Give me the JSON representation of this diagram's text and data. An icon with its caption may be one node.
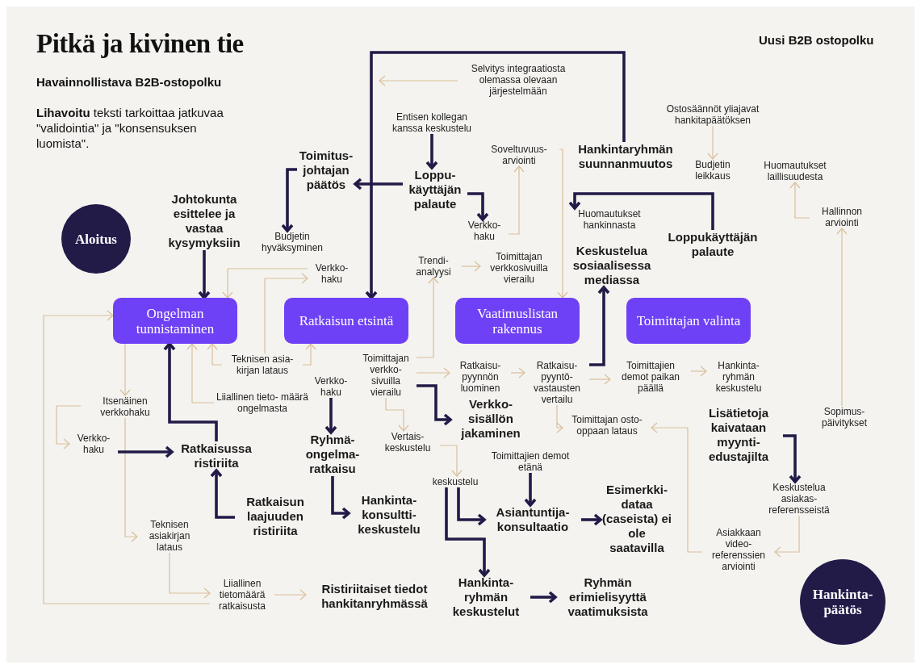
{
  "diagram": {
    "title": "Pitkä ja kivinen tie",
    "nodes": [
      {
        "text": [
          "Aloitus"
        ]
      },
      {
        "text": [
          "Johtokunta esittelee ja vastaa kysymyksiin"
        ]
      },
      {
        "text": [
          "Toimitus- johtajan päätös"
        ]
      },
      {
        "text": [
          "Budjetin hyväksyminen"
        ]
      },
      {
        "text": [
          "Verkko- haku"
        ]
      },
      {
        "text": [
          "Ongelman tunnistaminen"
        ]
      },
      {
        "text": [
          "Ratkaisun etsintä"
        ]
      },
      {
        "text": [
          "Vaatimuslistan rakennus"
        ]
      },
      {
        "text": [
          "Toimittajan valinta"
        ]
      },
      {
        "text": [
          "Selvitys integraatiosta olemassa olevaan järjestelmään"
        ]
      },
      {
        "text": [
          "Entisen kollegan kanssa keskustelu"
        ]
      },
      {
        "text": [
          "Loppu- käyttäjän palaute"
        ]
      },
      {
        "text": [
          "Soveltuvuus- arviointi"
        ]
      },
      {
        "text": [
          "Verkko- haku"
        ]
      },
      {
        "text": [
          "Hankintaryhmän suunnanmuutos"
        ]
      },
      {
        "text": [
          "Ostosäännöt yliajavat hankitapäätöksen"
        ]
      },
      {
        "text": [
          "Budjetin leikkaus"
        ]
      },
      {
        "text": [
          "Huomautukset laillisuudesta"
        ]
      },
      {
        "text": [
          "Hallinnon arviointi"
        ]
      },
      {
        "text": [
          "Huomautukset hankinnasta"
        ]
      },
      {
        "text": [
          "Loppukäyttäjän palaute"
        ]
      },
      {
        "text": [
          "Keskustelua sosiaalisessa mediassa"
        ]
      },
      {
        "text": [
          "Trendi- analyysi"
        ]
      },
      {
        "text": [
          "Toimittajan verkkosivuilla vierailu"
        ]
      },
      {
        "text": [
          "Teknisen asia- kirjan lataus"
        ]
      },
      {
        "text": [
          "Itsenäinen verkkohaku"
        ]
      },
      {
        "text": [
          "Liiallinen tieto- määrä ongelmasta"
        ]
      },
      {
        "text": [
          "Verkko- haku"
        ]
      },
      {
        "text": [
          "Toimittajan verkko- sivuilla vierailu"
        ]
      },
      {
        "text": [
          "Ratkaisu- pyynnön luominen"
        ]
      },
      {
        "text": [
          "Ratkaisu- pyyntö- vastausten vertailu"
        ]
      },
      {
        "text": [
          "Toimittajien demot paikan päällä"
        ]
      },
      {
        "text": [
          "Hankinta- ryhmän keskustelu"
        ]
      },
      {
        "text": [
          "Verkko- haku"
        ]
      },
      {
        "text": [
          "Ratkaisussa ristiriita"
        ]
      },
      {
        "text": [
          "Ryhmä- ongelma- ratkaisu"
        ]
      },
      {
        "text": [
          "Verkko- sisällön jakaminen"
        ]
      },
      {
        "text": [
          "Vertais- keskustelu"
        ]
      },
      {
        "text": [
          "Toimittajan osto-oppaan lataus"
        ]
      },
      {
        "text": [
          "Lisätietoja kaivataan myynti- edustajilta"
        ]
      },
      {
        "text": [
          "Sopimus- päivitykset"
        ]
      },
      {
        "text": [
          "keskustelu"
        ]
      },
      {
        "text": [
          "Toimittajien demot etänä"
        ]
      },
      {
        "text": [
          "Keskustelua asiakas- referensseistä"
        ]
      },
      {
        "text": [
          "Ratkaisun laajuuden ristiriita"
        ]
      },
      {
        "text": [
          "Hankinta- konsultti- keskustelu"
        ]
      },
      {
        "text": [
          "Asiantuntija- konsultaatio"
        ]
      },
      {
        "text": [
          "Esimerkki- dataa (caseista) ei ole saatavilla"
        ]
      },
      {
        "text": [
          "Teknisen asiakirjan lataus"
        ]
      },
      {
        "text": [
          "Asiakkaan video- referenssien arviointi"
        ]
      },
      {
        "text": [
          "Liiallinen tietomäärä ratkaisusta"
        ]
      },
      {
        "text": [
          "Ristiriitaiset tiedot hankitanryhmässä"
        ]
      },
      {
        "text": [
          "Hankinta- ryhmän keskustelut"
        ]
      },
      {
        "text": [
          "Ryhmän erimielisyyttä vaatimuksista"
        ]
      },
      {
        "text": [
          "Hankinta- päätös"
        ]
      }
    ],
    "edges": [
      {
        "from": 1,
        "to": 5,
        "arrow": "to",
        "style": "thick",
        "color": "#221b48"
      },
      {
        "from": 2,
        "to": 3,
        "arrow": "to",
        "style": "thick",
        "color": "#221b48"
      },
      {
        "from": 14,
        "to": 6,
        "arrow": "to",
        "style": "thick",
        "color": "#221b48"
      },
      {
        "from": 4,
        "to": 5,
        "arrow": "to"
      },
      {
        "from": 24,
        "to": 4,
        "arrow": "to"
      },
      {
        "from": 24,
        "to": 5,
        "arrow": "to"
      },
      {
        "from": 24,
        "to": 6,
        "arrow": "to"
      },
      {
        "from": 26,
        "to": 5,
        "arrow": "to"
      },
      {
        "from": 5,
        "to": 25,
        "arrow": "to"
      },
      {
        "from": 25,
        "to": 33,
        "arrow": "to"
      },
      {
        "from": 25,
        "to": 48,
        "arrow": "to"
      },
      {
        "from": 48,
        "to": 50,
        "arrow": "to"
      },
      {
        "from": 50,
        "to": 51,
        "arrow": "to"
      },
      {
        "from": 50,
        "to": 5,
        "arrow": "to"
      },
      {
        "from": 22,
        "to": 23,
        "arrow": "to"
      },
      {
        "from": 28,
        "to": 22,
        "arrow": "to"
      },
      {
        "from": 28,
        "to": 29,
        "arrow": "to"
      },
      {
        "from": 28,
        "to": 37,
        "arrow": "to"
      },
      {
        "from": 37,
        "to": 41,
        "arrow": "to"
      },
      {
        "from": 29,
        "to": 30,
        "arrow": "to"
      },
      {
        "from": 30,
        "to": 31,
        "arrow": "to"
      },
      {
        "from": 31,
        "to": 32,
        "arrow": "to"
      },
      {
        "from": 30,
        "to": 38,
        "arrow": "to"
      },
      {
        "from": 49,
        "to": 38,
        "arrow": "to"
      },
      {
        "from": 43,
        "to": 49,
        "arrow": "to"
      },
      {
        "from": 9,
        "to": null,
        "arrow": "to"
      },
      {
        "from": 13,
        "to": 12,
        "arrow": "to"
      },
      {
        "from": 15,
        "to": 16,
        "arrow": "to"
      },
      {
        "from": 18,
        "to": 17,
        "arrow": "to"
      },
      {
        "from": 40,
        "to": 18,
        "arrow": "to"
      },
      {
        "from": 12,
        "to": 7,
        "arrow": "to"
      },
      {
        "from": 10,
        "to": 11,
        "arrow": "to",
        "style": "thick",
        "color": "#221b48"
      },
      {
        "from": 11,
        "to": 2,
        "arrow": "to",
        "style": "thick",
        "color": "#221b48"
      },
      {
        "from": 11,
        "to": 13,
        "arrow": "to",
        "style": "thick",
        "color": "#221b48"
      },
      {
        "from": 20,
        "to": 19,
        "arrow": "to",
        "style": "thick",
        "color": "#221b48"
      },
      {
        "from": 30,
        "to": 21,
        "arrow": "to",
        "style": "thick",
        "color": "#221b48"
      },
      {
        "from": 28,
        "to": 36,
        "arrow": "to",
        "style": "thick",
        "color": "#221b48"
      },
      {
        "from": 27,
        "to": 35,
        "arrow": "to",
        "style": "thick",
        "color": "#221b48"
      },
      {
        "from": 35,
        "to": 45,
        "arrow": "to",
        "style": "thick",
        "color": "#221b48"
      },
      {
        "from": 34,
        "to": 5,
        "arrow": "to",
        "style": "thick",
        "color": "#221b48"
      },
      {
        "from": 33,
        "to": 34,
        "arrow": "to",
        "style": "thick",
        "color": "#221b48"
      },
      {
        "from": 44,
        "to": 34,
        "arrow": "to",
        "style": "thick",
        "color": "#221b48"
      },
      {
        "from": 41,
        "to": 46,
        "arrow": "to",
        "style": "thick",
        "color": "#221b48"
      },
      {
        "from": 41,
        "to": 52,
        "arrow": "to",
        "style": "thick",
        "color": "#221b48"
      },
      {
        "from": 42,
        "to": 46,
        "arrow": "to",
        "style": "thick",
        "color": "#221b48"
      },
      {
        "from": 46,
        "to": 47,
        "arrow": "to",
        "style": "thick",
        "color": "#221b48"
      },
      {
        "from": 52,
        "to": 53,
        "arrow": "to",
        "style": "thick",
        "color": "#221b48"
      },
      {
        "from": 39,
        "to": 43,
        "arrow": "to",
        "style": "thick",
        "color": "#221b48"
      }
    ],
    "labels": [
      "Havainnollistava B2B-ostopolku",
      "**Lihavoitu** teksti tarkoittaa jatkuvaa \"validointia\" ja \"konsensuksen luomista\".",
      "Uusi B2B ostopolku"
    ]
  }
}
